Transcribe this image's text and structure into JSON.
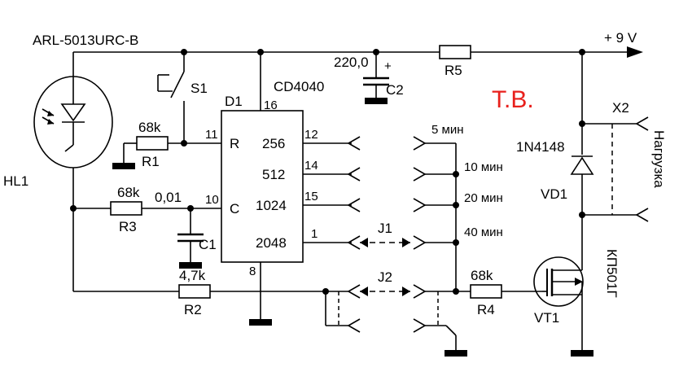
{
  "labels": {
    "led_part": "ARL-5013URC-B",
    "supply": "+ 9 V",
    "cap_value": "220,0",
    "cap_plus": "+",
    "c2": "C2",
    "r5": "R5",
    "brand": "Т.В.",
    "s1": "S1",
    "d1": "D1",
    "ic_part": "CD4040",
    "hl1": "HL1",
    "r1_val": "68k",
    "r1": "R1",
    "r3_val": "68k",
    "r3": "R3",
    "c1_val": "0,01",
    "c1": "C1",
    "r2_val": "4,7k",
    "r2": "R2",
    "r4_val": "68k",
    "r4": "R4",
    "j1": "J1",
    "j2": "J2",
    "x2": "X2",
    "load": "Нагрузка",
    "diode_part": "1N4148",
    "vd1": "VD1",
    "fet_part": "КП501Г",
    "vt1": "VT1"
  },
  "ic": {
    "pin_16": "16",
    "pin_11": "11",
    "pin_10": "10",
    "pin_8": "8",
    "pin_12": "12",
    "pin_14": "14",
    "pin_15": "15",
    "pin_1": "1",
    "reset": "R",
    "clock": "C",
    "q256": "256",
    "q512": "512",
    "q1024": "1024",
    "q2048": "2048"
  },
  "timer": {
    "t5": "5 мин",
    "t10": "10 мин",
    "t20": "20 мин",
    "t40": "40 мин"
  },
  "colors": {
    "line": "#000000",
    "brand": "#e8201c"
  }
}
